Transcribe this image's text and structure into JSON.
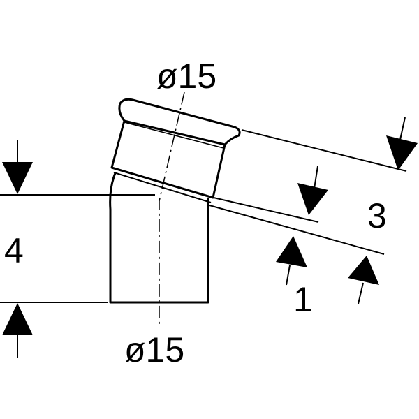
{
  "diagram": {
    "labels": {
      "top_diameter": "ø15",
      "bottom_diameter": "ø15",
      "dim_4": "4",
      "dim_3": "3",
      "dim_1": "1"
    },
    "colors": {
      "line": "#000000",
      "background": "#ffffff"
    }
  }
}
